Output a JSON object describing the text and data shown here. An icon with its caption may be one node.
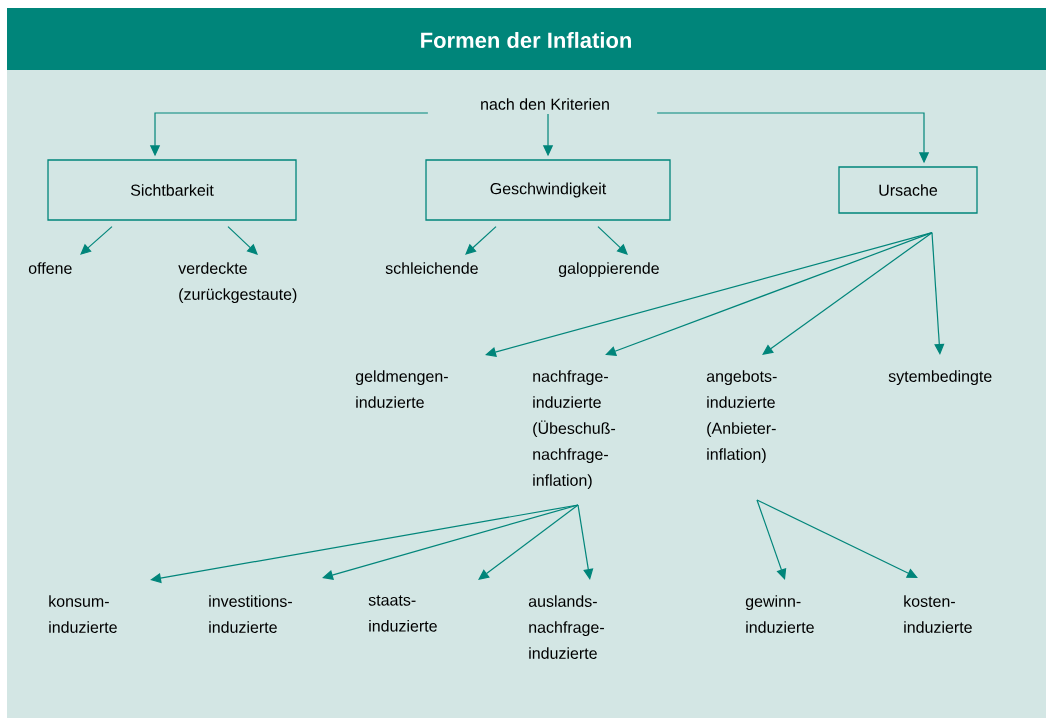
{
  "diagram": {
    "title": "Formen der Inflation",
    "nodes": [
      {
        "text": [
          "nach den Kriterien"
        ]
      },
      {
        "text": [
          "Sichtbarkeit"
        ]
      },
      {
        "text": [
          "Geschwindigkeit"
        ]
      },
      {
        "text": [
          "Ursache"
        ]
      },
      {
        "text": [
          "offene"
        ]
      },
      {
        "text": [
          "verdeckte (zurückgestaute)"
        ]
      },
      {
        "text": [
          "schleichende"
        ]
      },
      {
        "text": [
          "galoppierende"
        ]
      },
      {
        "text": [
          "geldmengen- induzierte"
        ]
      },
      {
        "text": [
          "nachfrage- induzierte (Übeschuß- nachfrage- inflation)"
        ]
      },
      {
        "text": [
          "angebots- induzierte (Anbieter- inflation)"
        ]
      },
      {
        "text": [
          "sytembedingte"
        ]
      },
      {
        "text": [
          "konsum- induzierte"
        ]
      },
      {
        "text": [
          "investitions- induzierte"
        ]
      },
      {
        "text": [
          "staats- induzierte"
        ]
      },
      {
        "text": [
          "auslands- nachfrage- induzierte"
        ]
      },
      {
        "text": [
          "gewinn- induzierte"
        ]
      },
      {
        "text": [
          "kosten- induzierte"
        ]
      }
    ],
    "edges": [
      {
        "from": 0,
        "to": 1,
        "arrow": "to"
      },
      {
        "from": 0,
        "to": 2,
        "arrow": "to"
      },
      {
        "from": 0,
        "to": 3,
        "arrow": "to"
      },
      {
        "from": 1,
        "to": 4,
        "arrow": "to"
      },
      {
        "from": 1,
        "to": 5,
        "arrow": "to"
      },
      {
        "from": 2,
        "to": 6,
        "arrow": "to"
      },
      {
        "from": 2,
        "to": 7,
        "arrow": "to"
      },
      {
        "from": 3,
        "to": 8,
        "arrow": "to"
      },
      {
        "from": 3,
        "to": 9,
        "arrow": "to"
      },
      {
        "from": 3,
        "to": 10,
        "arrow": "to"
      },
      {
        "from": 3,
        "to": 11,
        "arrow": "to"
      },
      {
        "from": 9,
        "to": 12,
        "arrow": "to"
      },
      {
        "from": 9,
        "to": 13,
        "arrow": "to"
      },
      {
        "from": 9,
        "to": 14,
        "arrow": "to"
      },
      {
        "from": 9,
        "to": 15,
        "arrow": "to"
      },
      {
        "from": 10,
        "to": 16,
        "arrow": "to"
      },
      {
        "from": 10,
        "to": 17,
        "arrow": "to"
      }
    ]
  }
}
